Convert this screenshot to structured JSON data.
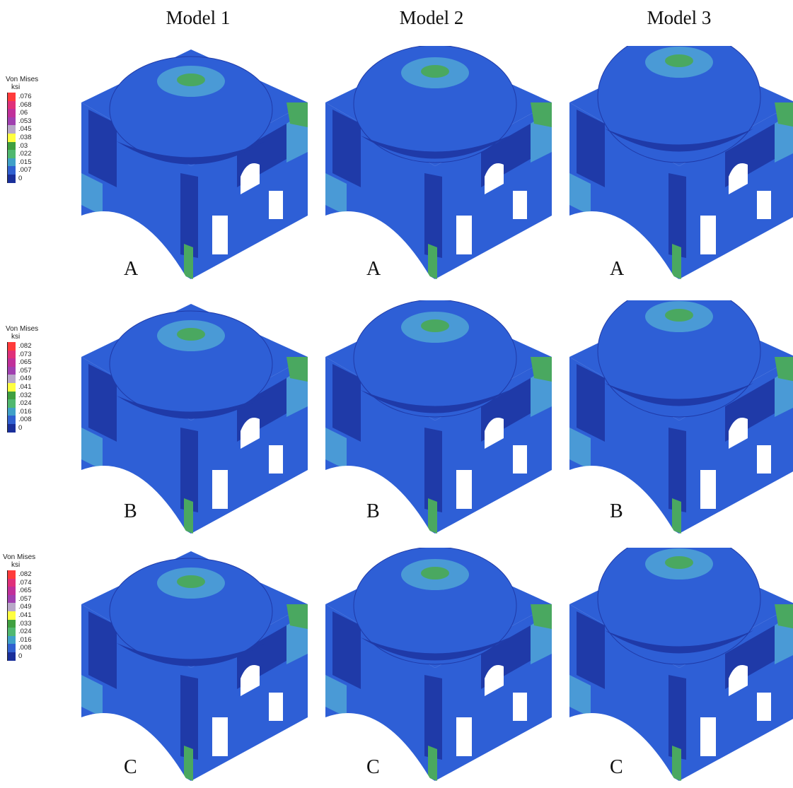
{
  "columns": [
    "Model 1",
    "Model 2",
    "Model 3"
  ],
  "rows": [
    {
      "label": "A",
      "legend": {
        "title_line1": "Von Mises",
        "title_line2": "ksi",
        "ticks": [
          ".076",
          ".068",
          ".06",
          ".053",
          ".045",
          ".038",
          ".03",
          ".022",
          ".015",
          ".007",
          "0"
        ]
      }
    },
    {
      "label": "B",
      "legend": {
        "title_line1": "Von Mises",
        "title_line2": "ksi",
        "ticks": [
          ".082",
          ".073",
          ".065",
          ".057",
          ".049",
          ".041",
          ".032",
          ".024",
          ".016",
          ".008",
          "0"
        ]
      }
    },
    {
      "label": "C",
      "legend": {
        "title_line1": "Von Mises",
        "title_line2": "ksi",
        "ticks": [
          ".082",
          ".074",
          ".065",
          ".057",
          ".049",
          ".041",
          ".033",
          ".024",
          ".016",
          ".008",
          "0"
        ]
      }
    }
  ],
  "colors": {
    "scale": [
      "#ff3b3b",
      "#e0307a",
      "#c0309a",
      "#a040b0",
      "#b8a8c8",
      "#ffff40",
      "#40a040",
      "#50b870",
      "#40a0c8",
      "#3060d0",
      "#1a2f9a"
    ],
    "dark_blue": "#1f3aa8",
    "mid_blue": "#2e5fd6",
    "light_blue": "#4a9ad6",
    "green": "#4aa860",
    "red": "#e0305a"
  }
}
